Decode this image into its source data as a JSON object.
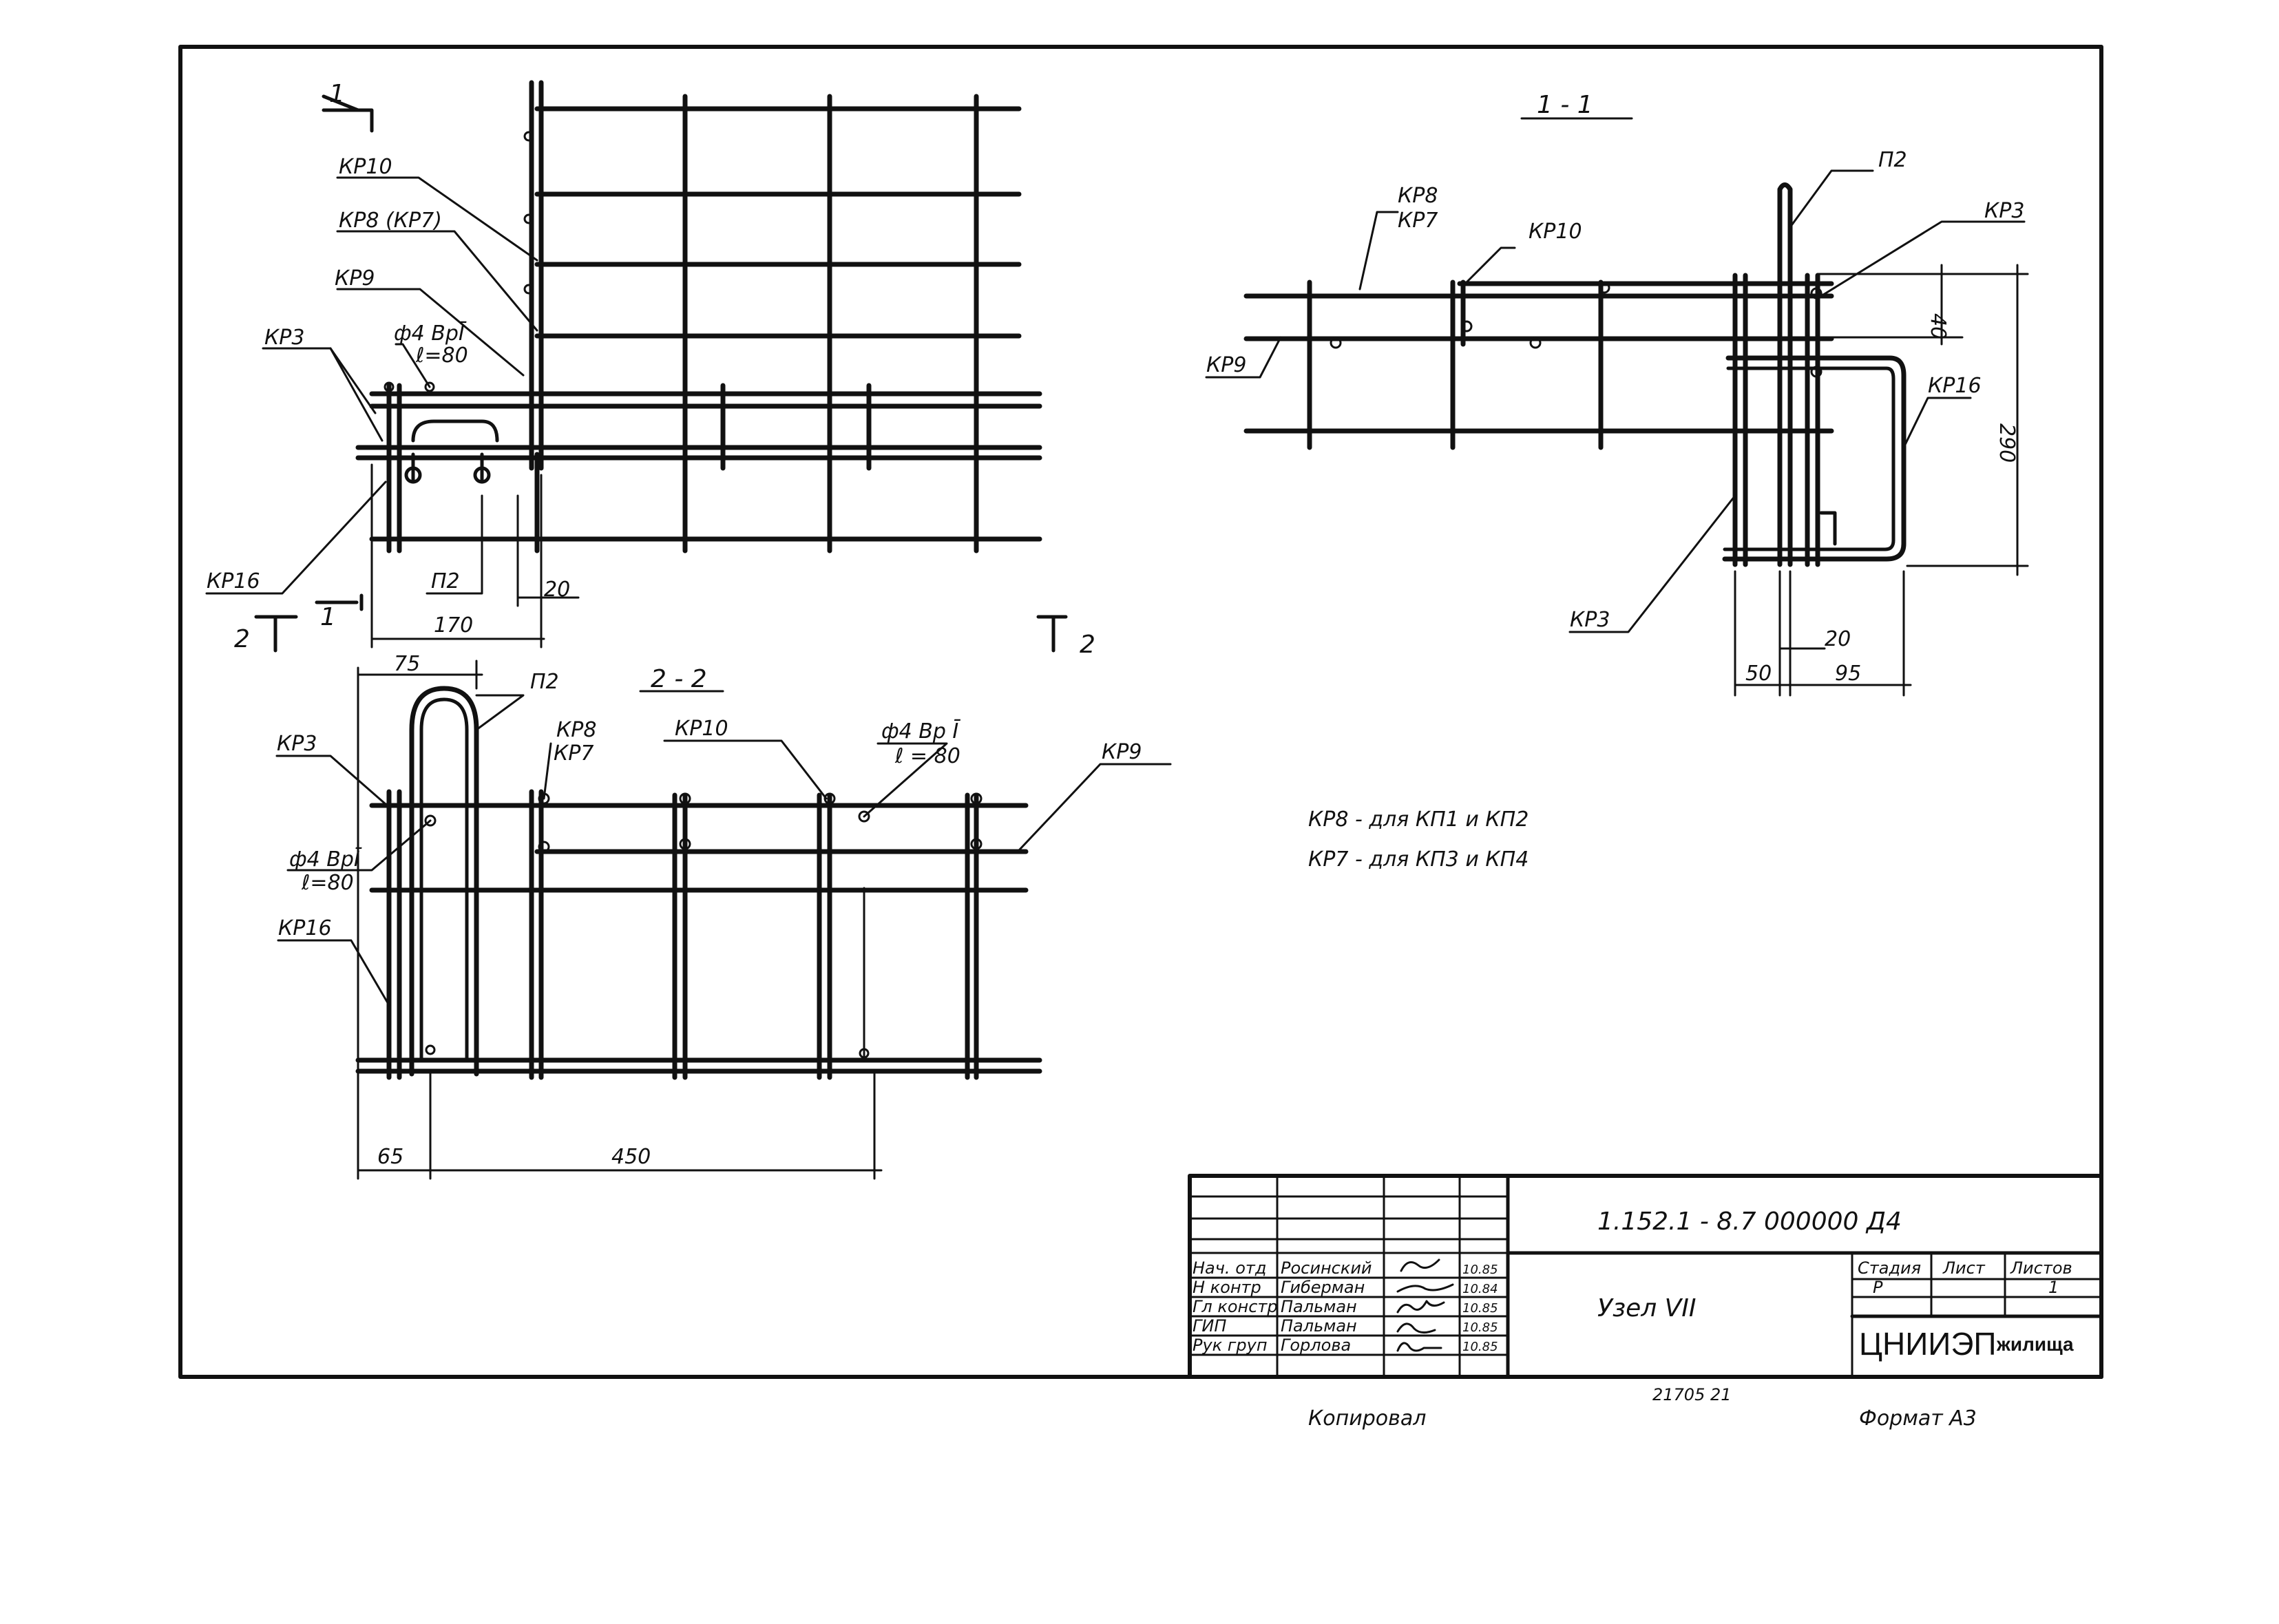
{
  "labels": {
    "kp10": "КР10",
    "kp8_kp7": "КР8 (КР7)",
    "kp9": "КР9",
    "kp3": "КР3",
    "kp16": "КР16",
    "p2": "П2",
    "kp8": "КР8",
    "kp7": "КР7",
    "rod_dia": "ф4 ВрĪ",
    "rod_len": "ℓ=80",
    "rod_dia2": "ф4 Вр Ī",
    "rod_len2": "ℓ = 80"
  },
  "sections": {
    "cut1": "1",
    "cut2": "2",
    "sec11": "1 - 1",
    "sec22": "2 - 2"
  },
  "dims": {
    "d20a": "20",
    "d170": "170",
    "d75": "75",
    "d65": "65",
    "d450": "450",
    "d40": "40",
    "d290": "290",
    "d20b": "20",
    "d50": "50",
    "d95": "95"
  },
  "notes": {
    "note1": "КР8 - для КП1 и КП2",
    "note2": "КР7 - для КП3 и КП4"
  },
  "title_block": {
    "doc_code": "1.152.1 - 8.7   000000 Д4",
    "title": "Узел  VII",
    "stage_header": "Стадия",
    "sheet_header": "Лист",
    "sheets_header": "Листов",
    "stage": "Р",
    "sheets": "1",
    "org_logo": "ЦНИИЭП",
    "org_suffix": "жилища",
    "rows": [
      {
        "role": "Нач. отд",
        "name": "Росинский",
        "date": "10.85"
      },
      {
        "role": "Н контр",
        "name": "Гиберман",
        "date": "10.84"
      },
      {
        "role": "Гл констр",
        "name": "Пальман",
        "date": "10.85"
      },
      {
        "role": "ГИП",
        "name": "Пальман",
        "date": "10.85"
      },
      {
        "role": "Рук груп",
        "name": "Горлова",
        "date": "10.85"
      }
    ]
  },
  "footer": {
    "copied": "Копировал",
    "number": "21705     21",
    "format": "Формат  А3"
  }
}
